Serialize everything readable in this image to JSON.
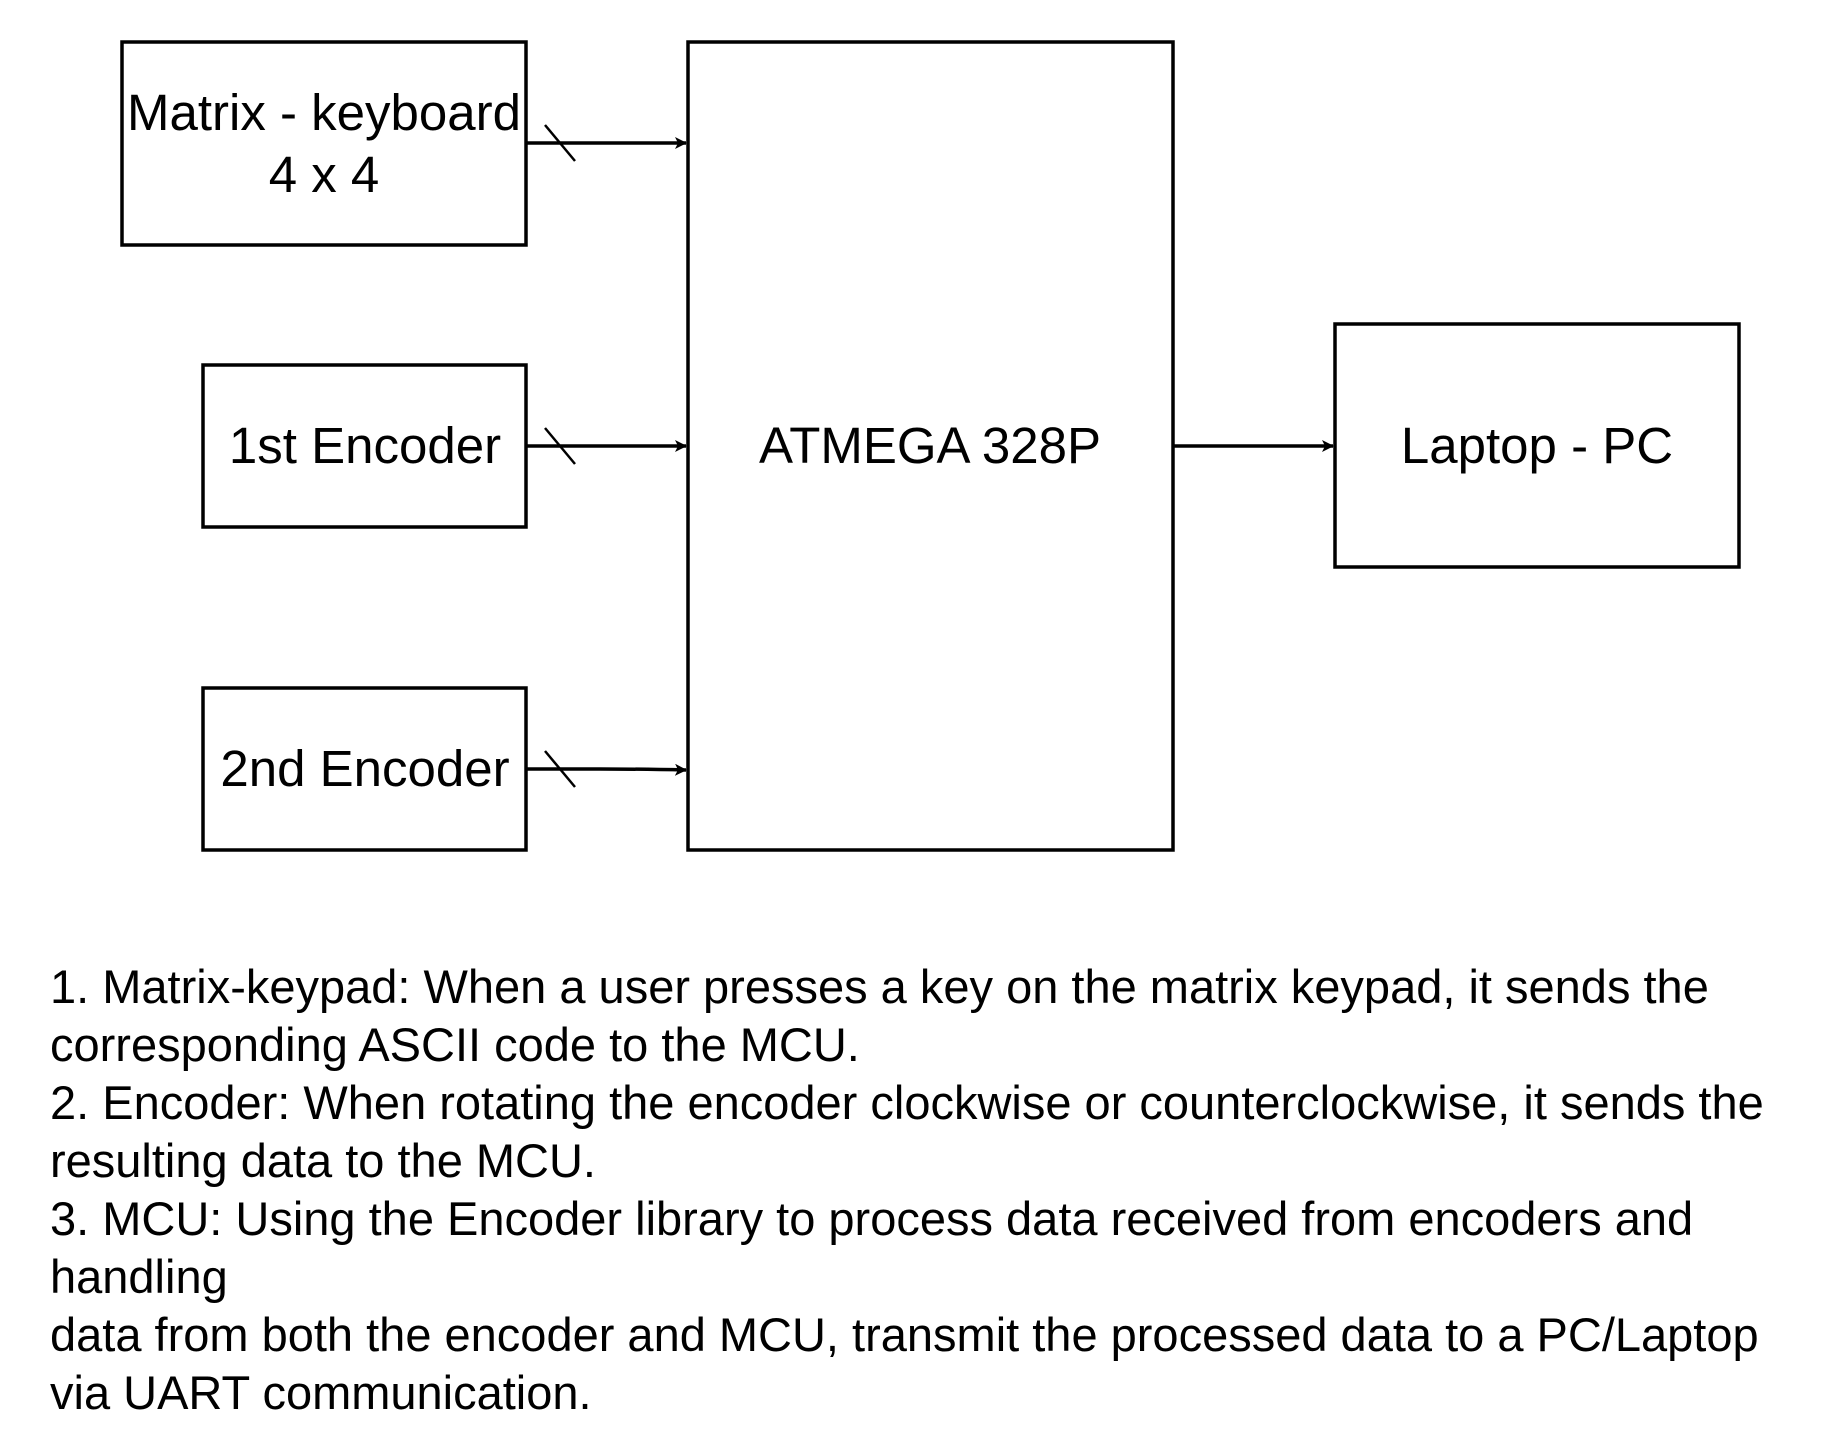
{
  "diagram": {
    "blocks": {
      "keyboard": {
        "line1": "Matrix - keyboard",
        "line2": "4 x 4"
      },
      "encoder1": {
        "label": "1st Encoder"
      },
      "encoder2": {
        "label": "2nd Encoder"
      },
      "mcu": {
        "label": "ATMEGA 328P"
      },
      "pc": {
        "label": "Laptop - PC"
      }
    },
    "colors": {
      "stroke": "#000000",
      "background": "#ffffff"
    }
  },
  "notes": {
    "lines": [
      "1. Matrix-keypad: When a user presses a key on the matrix keypad, it sends the",
      "corresponding ASCII code to the MCU.",
      "2. Encoder: When rotating the encoder clockwise or counterclockwise, it sends the",
      "resulting data to the MCU.",
      "3. MCU: Using the Encoder library to process data received from encoders and",
      "handling",
      "data from both the encoder and MCU, transmit the processed data to a PC/Laptop",
      "via UART communication."
    ]
  }
}
